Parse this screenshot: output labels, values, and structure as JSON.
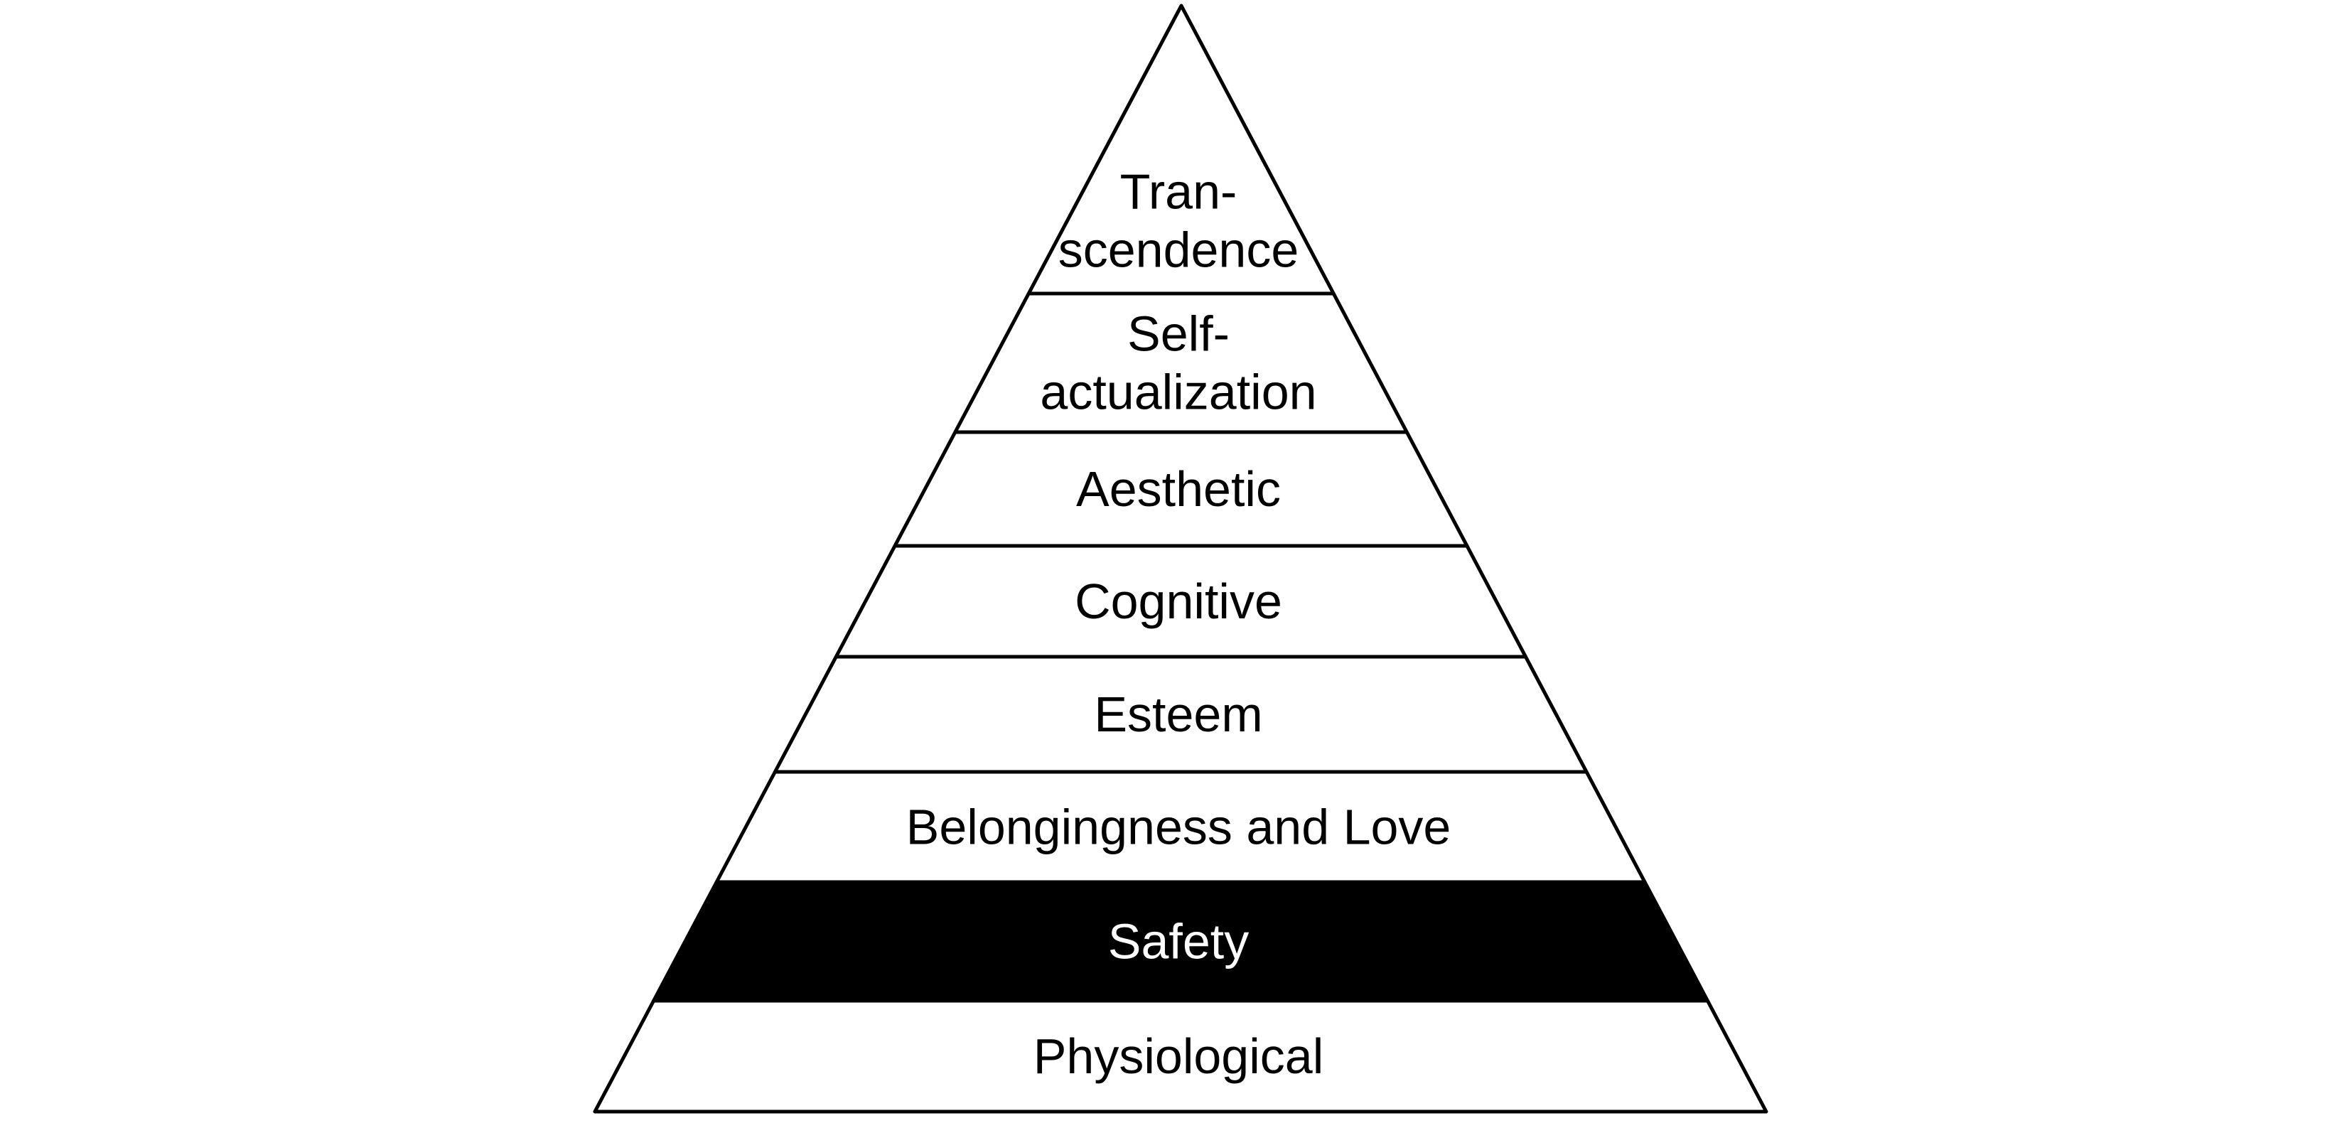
{
  "diagram": {
    "levels": [
      {
        "lines": [
          "Tran-",
          "scendence"
        ],
        "fill": "#ffffff",
        "text_color": "#000000"
      },
      {
        "lines": [
          "Self-",
          "actualization"
        ],
        "fill": "#ffffff",
        "text_color": "#000000"
      },
      {
        "lines": [
          "Aesthetic"
        ],
        "fill": "#ffffff",
        "text_color": "#000000"
      },
      {
        "lines": [
          "Cognitive"
        ],
        "fill": "#ffffff",
        "text_color": "#000000"
      },
      {
        "lines": [
          "Esteem"
        ],
        "fill": "#ffffff",
        "text_color": "#000000"
      },
      {
        "lines": [
          "Belongingness and Love"
        ],
        "fill": "#ffffff",
        "text_color": "#000000"
      },
      {
        "lines": [
          "Safety"
        ],
        "fill": "#000000",
        "text_color": "#ffffff"
      },
      {
        "lines": [
          "Physiological"
        ],
        "fill": "#ffffff",
        "text_color": "#000000"
      }
    ],
    "stroke_color": "#000000"
  }
}
